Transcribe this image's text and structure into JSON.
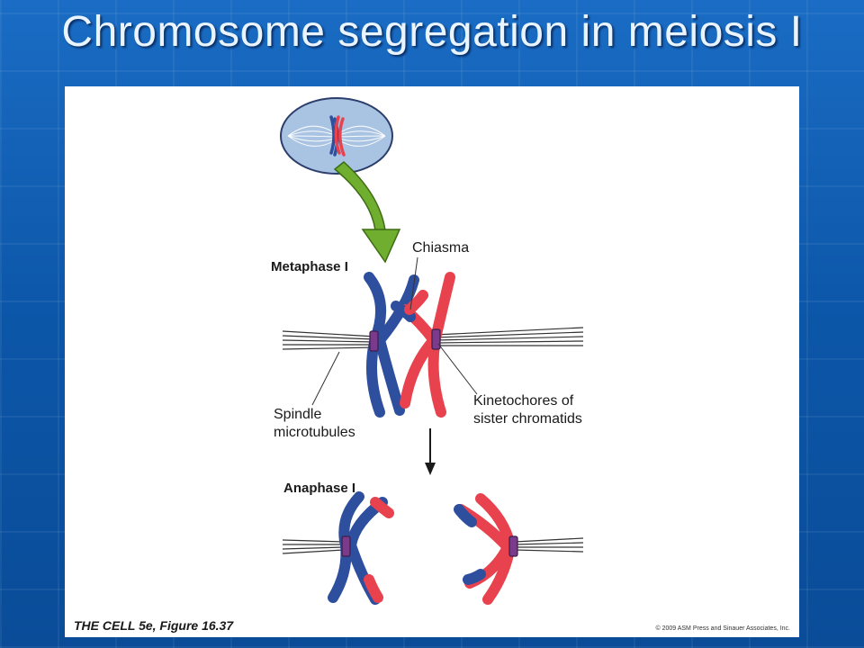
{
  "slide": {
    "title": "Chromosome segregation in meiosis I"
  },
  "figure": {
    "stage_metaphase": "Metaphase I",
    "stage_anaphase": "Anaphase I",
    "label_chiasma": "Chiasma",
    "label_spindle_line1": "Spindle",
    "label_spindle_line2": "microtubules",
    "label_kinetochores_line1": "Kinetochores of",
    "label_kinetochores_line2": "sister chromatids",
    "caption": "THE CELL 5e, Figure 16.37",
    "copyright": "© 2009 ASM Press and Sinauer Associates, Inc."
  },
  "colors": {
    "background": "#0f5bb0",
    "title_text": "#e9f4ff",
    "chromosome_blue": "#2e4e9e",
    "chromosome_red": "#e8424e",
    "kinetochore": "#7b3a8c",
    "arrow_green": "#6fae2e",
    "cell_fill": "#a9c3e3"
  }
}
